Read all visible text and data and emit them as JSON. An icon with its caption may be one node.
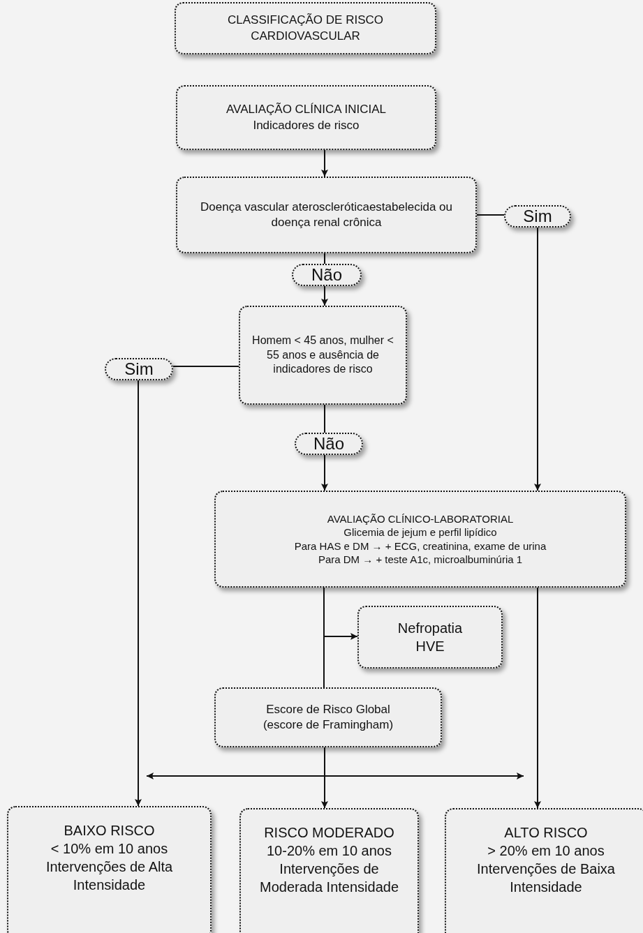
{
  "diagram": {
    "nodes": [
      {
        "text": [
          "CLASSIFICAÇÃO DE RISCO CARDIOVASCULAR"
        ]
      },
      {
        "text": [
          "AVALIAÇÃO CLÍNICA INICIAL",
          "Indicadores de risco"
        ]
      },
      {
        "text": [
          "Doença vascular ateroscleróticaestabelecida ou doença renal crônica"
        ]
      },
      {
        "text": [
          "Sim"
        ]
      },
      {
        "text": [
          "Não"
        ]
      },
      {
        "text": [
          "Homem < 45 anos, mulher < 55 anos e ausência de indicadores de risco"
        ]
      },
      {
        "text": [
          "Sim"
        ]
      },
      {
        "text": [
          "Não"
        ]
      },
      {
        "text": [
          "AVALIAÇÃO CLÍNICO-LABORATORIAL",
          "Glicemia de jejum e perfil lipídico",
          "Para HAS e DM → + ECG, creatinina, exame de urina",
          "Para DM → + teste A1c, microalbuminúria 1"
        ]
      },
      {
        "text": [
          "Nefropatia",
          "HVE"
        ]
      },
      {
        "text": [
          "Escore de Risco Global",
          "(escore de Framingham)"
        ]
      },
      {
        "text": [
          "BAIXO RISCO",
          "< 10% em 10 anos",
          "Intervenções de Alta Intensidade"
        ]
      },
      {
        "text": [
          "RISCO MODERADO",
          "10-20% em 10 anos",
          "Intervenções de Moderada Intensidade"
        ]
      },
      {
        "text": [
          "ALTO RISCO",
          "> 20% em 10 anos",
          "Intervenções de Baixa Intensidade"
        ]
      }
    ],
    "edges": [
      {
        "from": 1,
        "to": 2,
        "arrow": "to"
      },
      {
        "from": 2,
        "to": 3,
        "arrow": "none"
      },
      {
        "from": 2,
        "to": 4,
        "arrow": "none"
      },
      {
        "from": 4,
        "to": 5,
        "arrow": "to"
      },
      {
        "from": 3,
        "to": 8,
        "arrow": "to"
      },
      {
        "from": 5,
        "to": 6,
        "arrow": "none"
      },
      {
        "from": 5,
        "to": 7,
        "arrow": "none"
      },
      {
        "from": 7,
        "to": 8,
        "arrow": "to"
      },
      {
        "from": 6,
        "to": 11,
        "arrow": "to"
      },
      {
        "from": 8,
        "to": 10,
        "arrow": "none"
      },
      {
        "from": 8,
        "to": 9,
        "arrow": "to"
      },
      {
        "from": 10,
        "to": 12,
        "arrow": "to"
      },
      {
        "from": 8,
        "to": 13,
        "arrow": "to"
      }
    ]
  }
}
